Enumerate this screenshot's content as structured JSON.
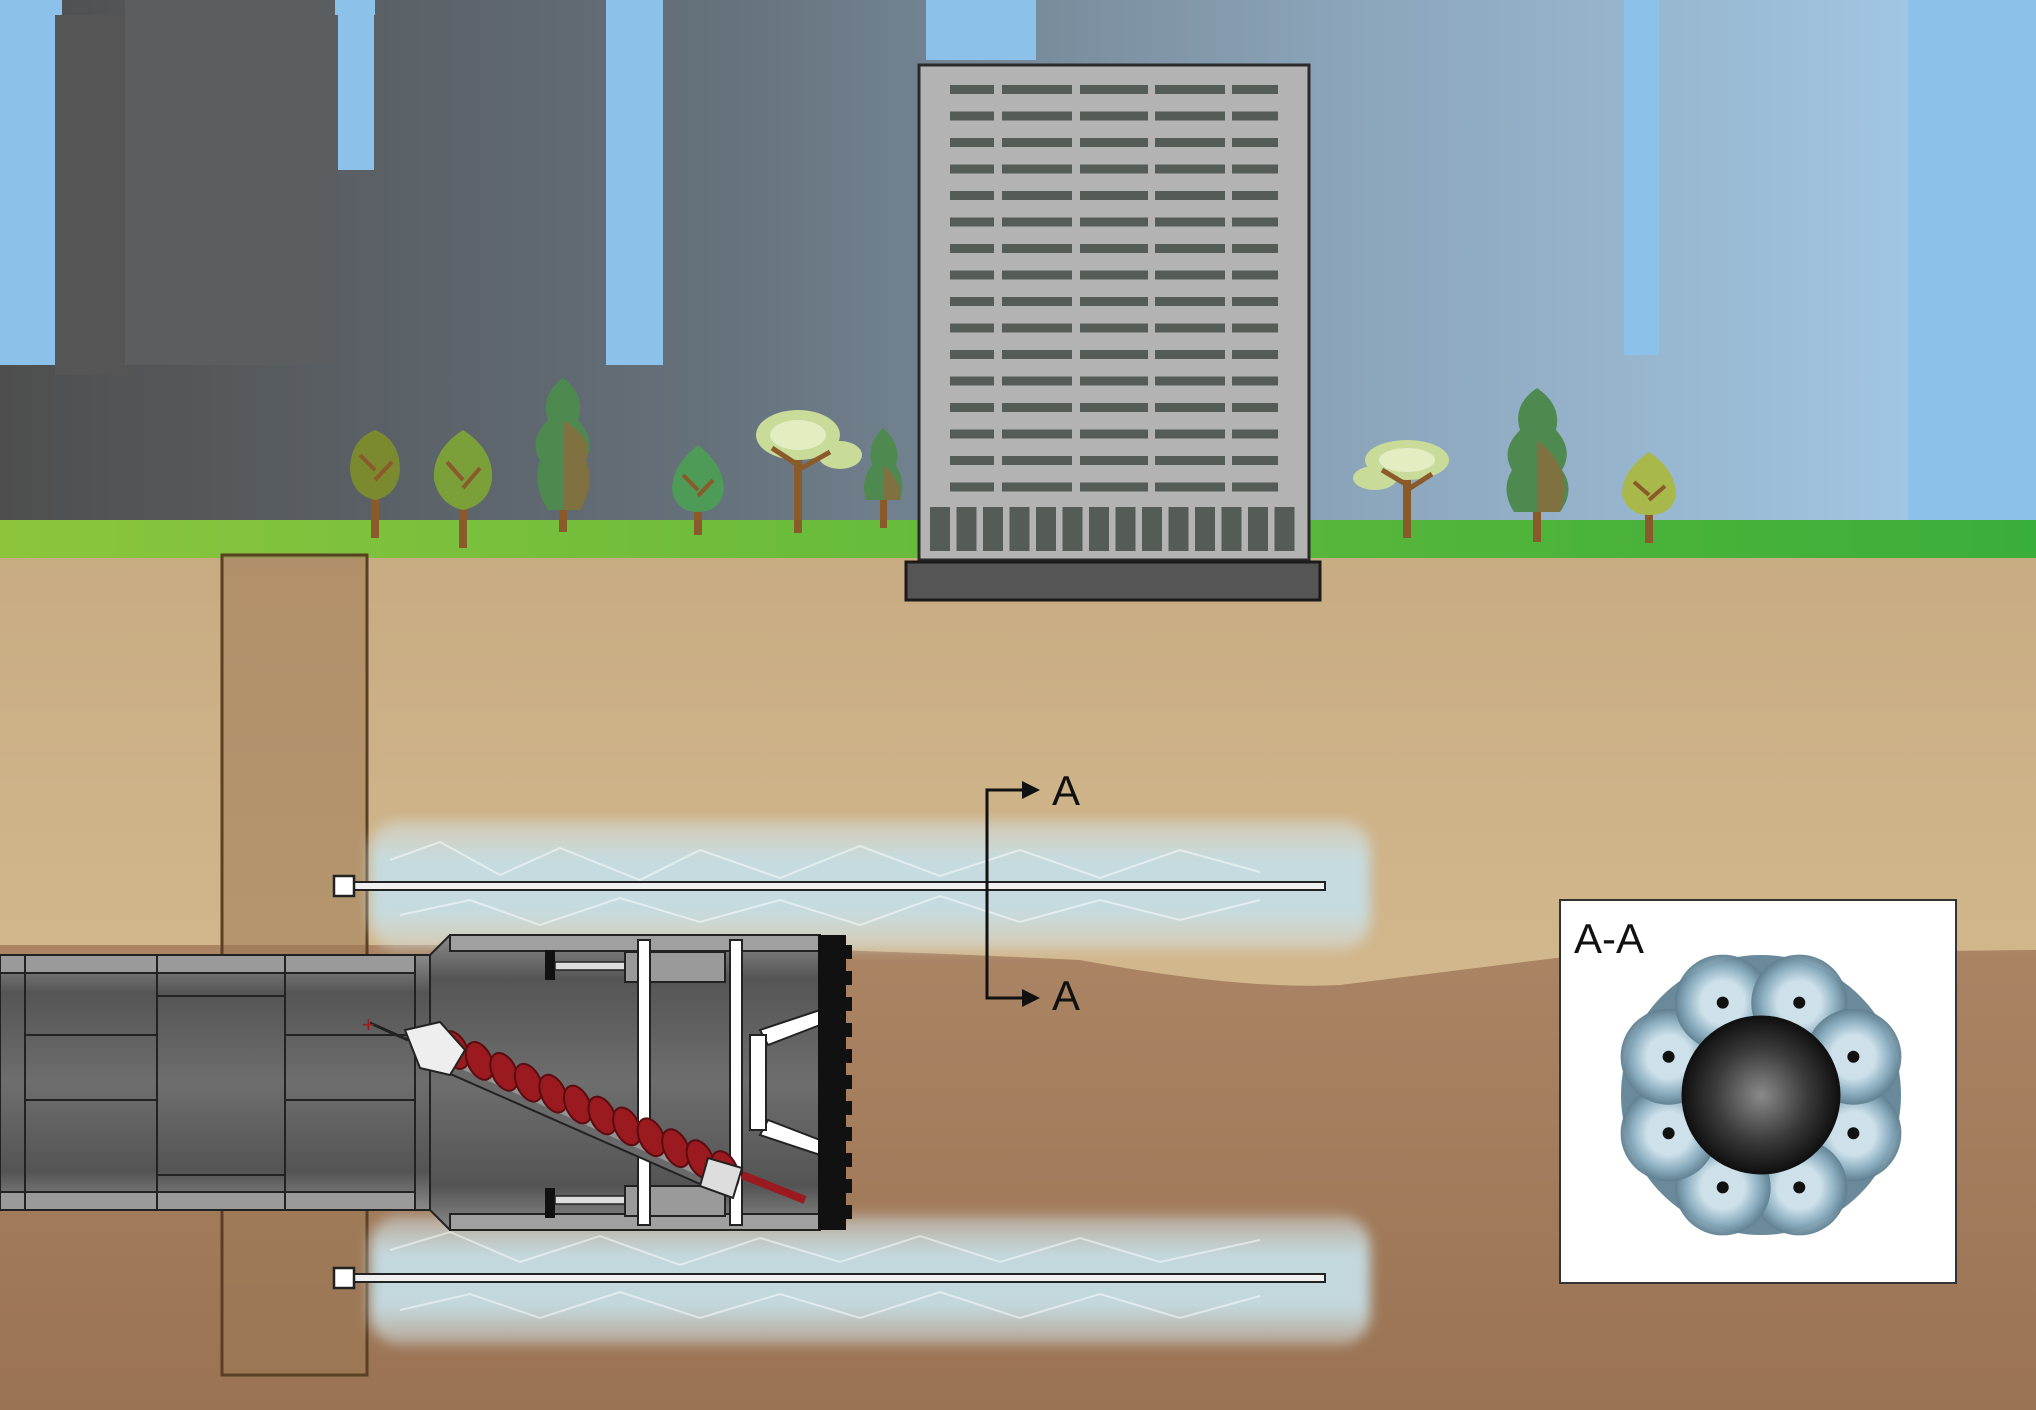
{
  "labels": {
    "section_arrow_top": "A",
    "section_arrow_bottom": "A",
    "inset_title": "A-A"
  },
  "colors": {
    "sky_top": "#8cc2ea",
    "grass": "#4bb83a",
    "soil_light": "#d2b68a",
    "soil_dark": "#a57e5b",
    "pipe_gray": "#595959",
    "auger_red": "#9a1a1f",
    "frozen_zone": "#c4dde3"
  },
  "icons": [
    "tree-icon",
    "building-icon",
    "section-arrow-icon"
  ]
}
